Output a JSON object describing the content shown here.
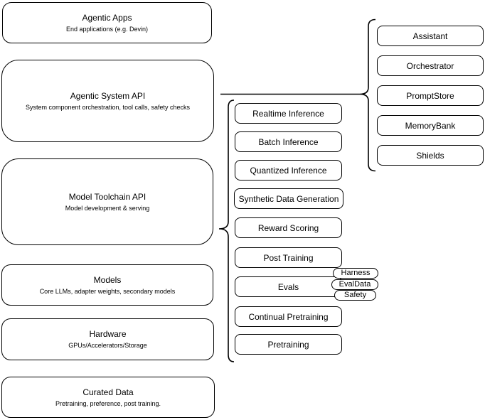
{
  "diagram": {
    "stack": [
      {
        "title": "Agentic Apps",
        "subtitle": "End applications (e.g. Devin)"
      },
      {
        "title": "Agentic System API",
        "subtitle": "System component orchestration, tool calls, safety checks"
      },
      {
        "title": "Model Toolchain API",
        "subtitle": "Model development & serving"
      },
      {
        "title": "Models",
        "subtitle": "Core LLMs, adapter weights, secondary models"
      },
      {
        "title": "Hardware",
        "subtitle": "GPUs/Accelerators/Storage"
      },
      {
        "title": "Curated Data",
        "subtitle": "Pretraining, preference, post training."
      }
    ],
    "toolchain_components": [
      "Realtime Inference",
      "Batch Inference",
      "Quantized Inference",
      "Synthetic Data Generation",
      "Reward Scoring",
      "Post Training",
      "Evals",
      "Continual Pretraining",
      "Pretraining"
    ],
    "evals_tags": [
      "Harness",
      "EvalData",
      "Safety"
    ],
    "system_components": [
      "Assistant",
      "Orchestrator",
      "PromptStore",
      "MemoryBank",
      "Shields"
    ],
    "colors": {
      "stroke": "#000000",
      "fill": "#ffffff",
      "background": "#ffffff"
    }
  }
}
